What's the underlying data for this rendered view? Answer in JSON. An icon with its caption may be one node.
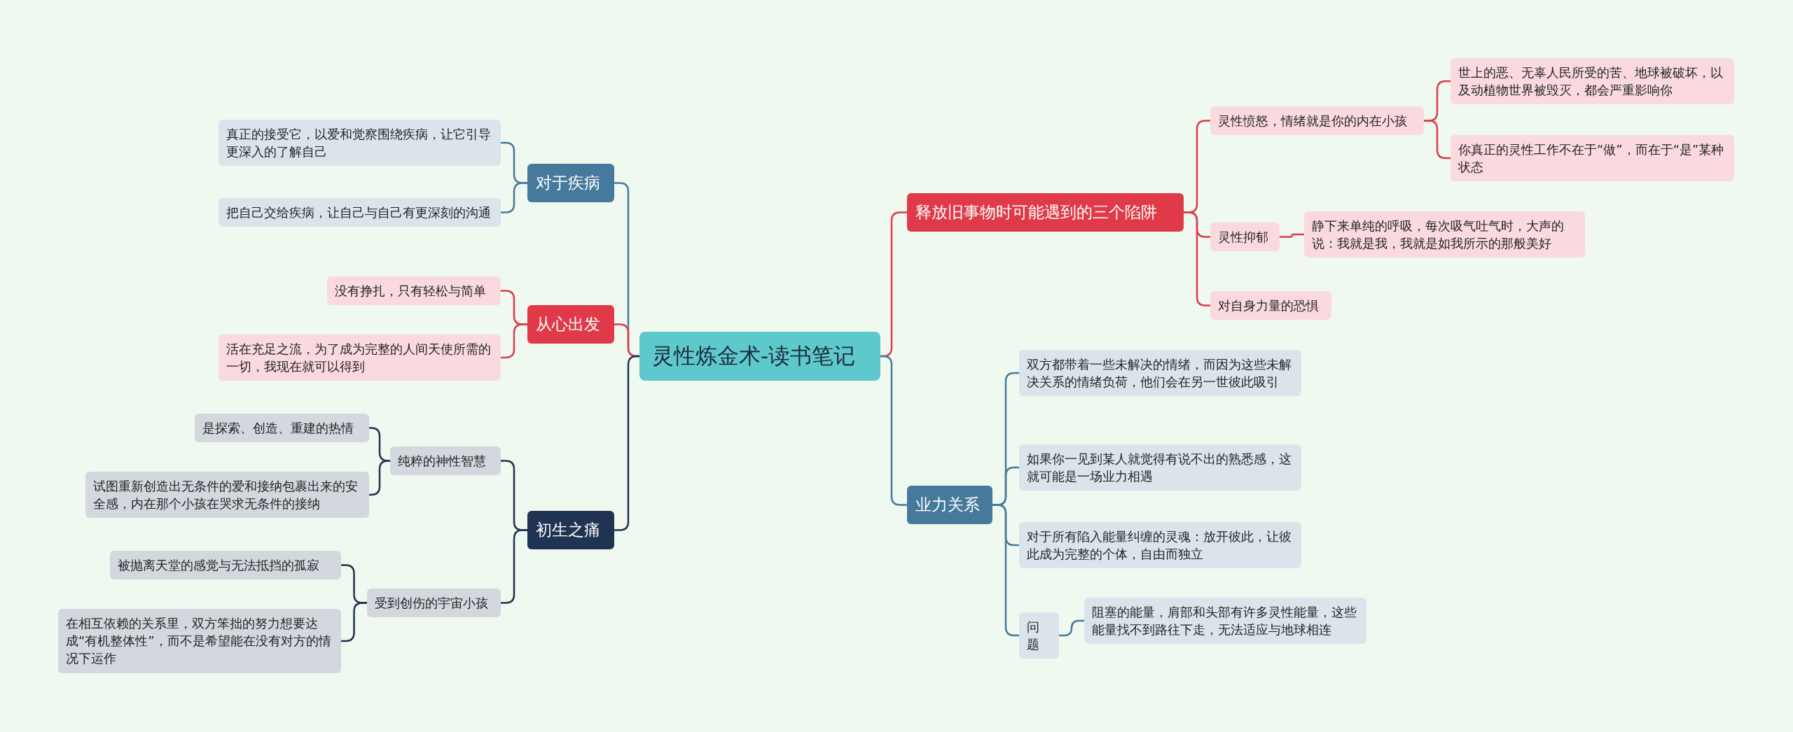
{
  "diagram": {
    "nodes": [
      {
        "text": [
          "灵性炼金术-读书笔记"
        ]
      },
      {
        "text": [
          "对于疾病"
        ]
      },
      {
        "text": [
          "真正的接受它，以爱和觉察围绕疾病，让它引导更深入的了解自己"
        ]
      },
      {
        "text": [
          "把自己交给疾病，让自己与自己有更深刻的沟通"
        ]
      },
      {
        "text": [
          "从心出发"
        ]
      },
      {
        "text": [
          "没有挣扎，只有轻松与简单"
        ]
      },
      {
        "text": [
          "活在充足之流，为了成为完整的人间天使所需的一切，我现在就可以得到"
        ]
      },
      {
        "text": [
          "初生之痛"
        ]
      },
      {
        "text": [
          "纯粹的神性智慧"
        ]
      },
      {
        "text": [
          "是探索、创造、重建的热情"
        ]
      },
      {
        "text": [
          "试图重新创造出无条件的爱和接纳包裹出来的安全感，内在那个小孩在哭求无条件的接纳"
        ]
      },
      {
        "text": [
          "受到创伤的宇宙小孩"
        ]
      },
      {
        "text": [
          "被抛离天堂的感觉与无法抵挡的孤寂"
        ]
      },
      {
        "text": [
          "在相互依赖的关系里，双方笨拙的努力想要达成“有机整体性”，而不是希望能在没有对方的情况下运作"
        ]
      },
      {
        "text": [
          "释放旧事物时可能遇到的三个陷阱"
        ]
      },
      {
        "text": [
          "灵性愤怒，情绪就是你的内在小孩"
        ]
      },
      {
        "text": [
          "世上的恶、无辜人民所受的苦、地球被破坏，以及动植物世界被毁灭，都会严重影响你"
        ]
      },
      {
        "text": [
          "你真正的灵性工作不在于“做”，而在于“是”某种状态"
        ]
      },
      {
        "text": [
          "灵性抑郁"
        ]
      },
      {
        "text": [
          "静下来单纯的呼吸，每次吸气吐气时，大声的说：我就是我，我就是如我所示的那般美好"
        ]
      },
      {
        "text": [
          "对自身力量的恐惧"
        ]
      },
      {
        "text": [
          "业力关系"
        ]
      },
      {
        "text": [
          "双方都带着一些未解决的情绪，而因为这些未解决关系的情绪负荷，他们会在另一世彼此吸引"
        ]
      },
      {
        "text": [
          "如果你一见到某人就觉得有说不出的熟悉感，这就可能是一场业力相遇"
        ]
      },
      {
        "text": [
          "对于所有陷入能量纠缠的灵魂：放开彼此，让彼此成为完整的个体，自由而独立"
        ]
      },
      {
        "text": [
          "问题"
        ]
      },
      {
        "text": [
          "阻塞的能量，肩部和头部有许多灵性能量，这些能量找不到路往下走，无法适应与地球相连"
        ]
      }
    ],
    "edges": [
      {
        "from": 0,
        "to": 1,
        "arrow": "none",
        "color": "#457a9c"
      },
      {
        "from": 1,
        "to": 2,
        "arrow": "none",
        "color": "#457a9c"
      },
      {
        "from": 1,
        "to": 3,
        "arrow": "none",
        "color": "#457a9c"
      },
      {
        "from": 0,
        "to": 4,
        "arrow": "none"
      },
      {
        "from": 4,
        "to": 5,
        "arrow": "none"
      },
      {
        "from": 4,
        "to": 6,
        "arrow": "none"
      },
      {
        "from": 0,
        "to": 7,
        "arrow": "none",
        "color": "#1f3352"
      },
      {
        "from": 7,
        "to": 8,
        "arrow": "none",
        "color": "#1f3352"
      },
      {
        "from": 8,
        "to": 9,
        "arrow": "none",
        "color": "#1f3352"
      },
      {
        "from": 8,
        "to": 10,
        "arrow": "none",
        "color": "#1f3352"
      },
      {
        "from": 7,
        "to": 11,
        "arrow": "none",
        "color": "#1f3352"
      },
      {
        "from": 11,
        "to": 12,
        "arrow": "none",
        "color": "#1f3352"
      },
      {
        "from": 11,
        "to": 13,
        "arrow": "none",
        "color": "#1f3352"
      },
      {
        "from": 0,
        "to": 14,
        "arrow": "none"
      },
      {
        "from": 14,
        "to": 15,
        "arrow": "none"
      },
      {
        "from": 15,
        "to": 16,
        "arrow": "none"
      },
      {
        "from": 15,
        "to": 17,
        "arrow": "none"
      },
      {
        "from": 14,
        "to": 18,
        "arrow": "none"
      },
      {
        "from": 18,
        "to": 19,
        "arrow": "none"
      },
      {
        "from": 14,
        "to": 20,
        "arrow": "none"
      },
      {
        "from": 0,
        "to": 21,
        "arrow": "none",
        "color": "#457a9c"
      },
      {
        "from": 21,
        "to": 22,
        "arrow": "none",
        "color": "#457a9c"
      },
      {
        "from": 21,
        "to": 23,
        "arrow": "none",
        "color": "#457a9c"
      },
      {
        "from": 21,
        "to": 24,
        "arrow": "none",
        "color": "#457a9c"
      },
      {
        "from": 21,
        "to": 25,
        "arrow": "none",
        "color": "#457a9c"
      },
      {
        "from": 25,
        "to": 26,
        "arrow": "none",
        "color": "#457a9c"
      }
    ]
  }
}
